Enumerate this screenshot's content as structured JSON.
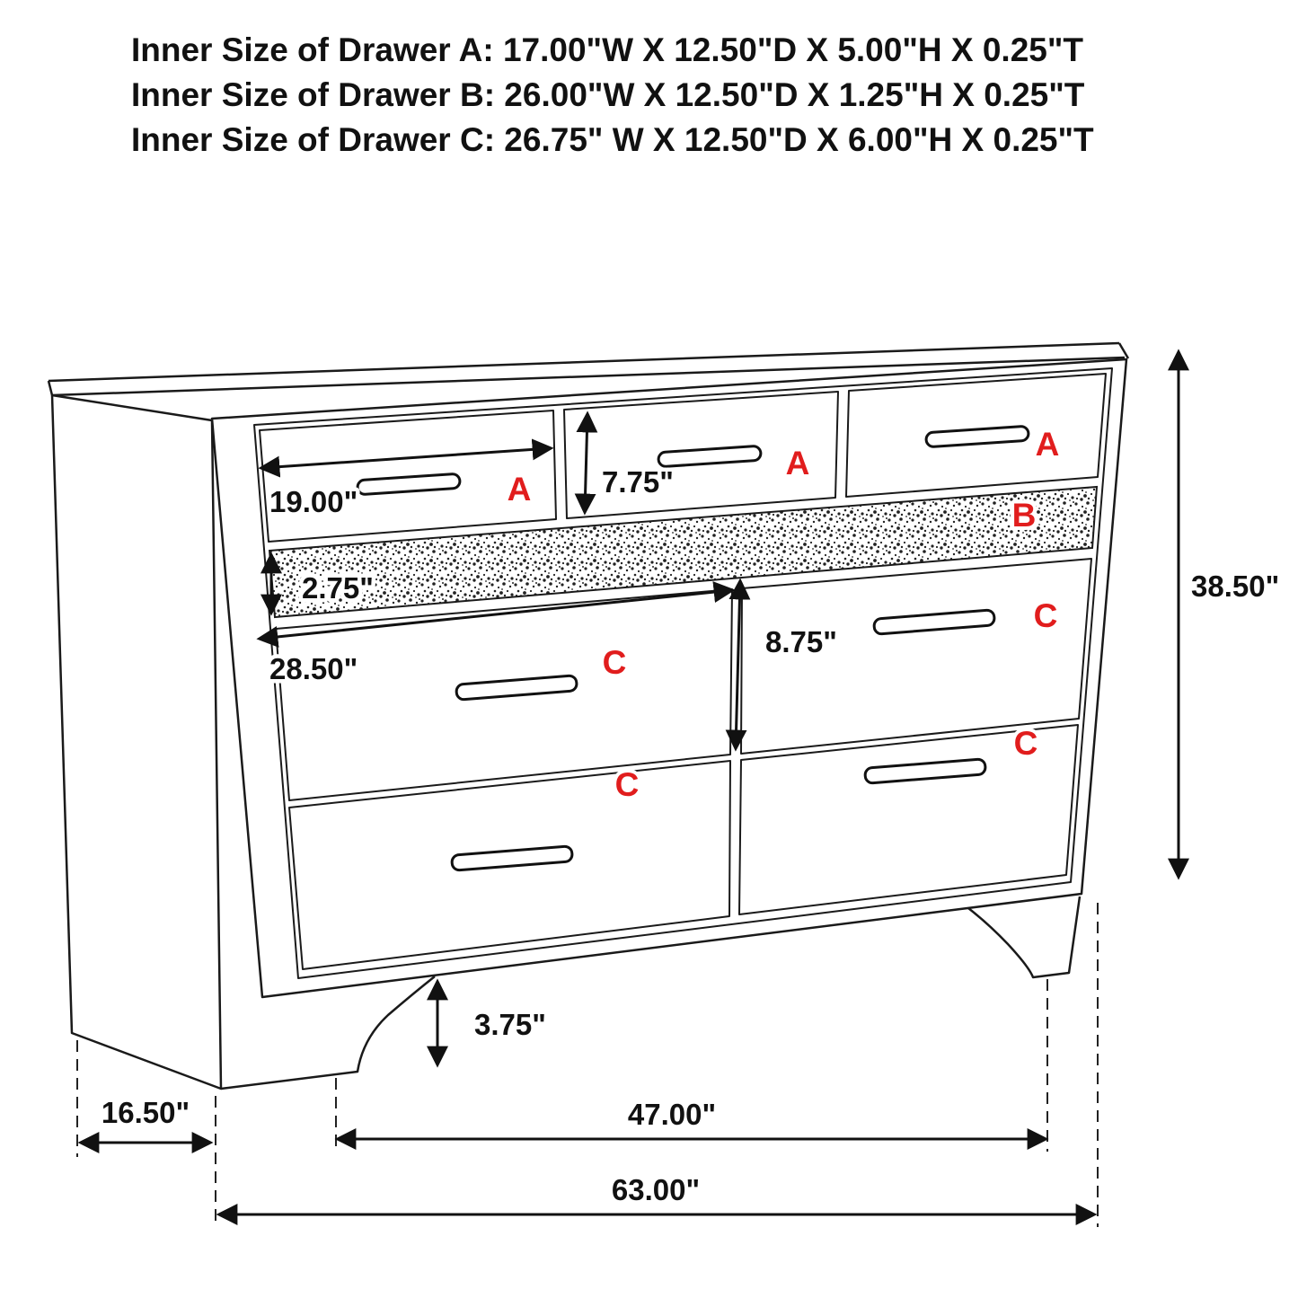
{
  "header": {
    "lines": [
      "Inner Size of Drawer A: 17.00\"W X 12.50\"D X 5.00\"H X 0.25\"T",
      "Inner Size of Drawer B: 26.00\"W X 12.50\"D X 1.25\"H X 0.25\"T",
      "Inner Size of Drawer C: 26.75\" W X 12.50\"D X 6.00\"H X 0.25\"T"
    ]
  },
  "diagram": {
    "drawers": {
      "a1": "A",
      "a2": "A",
      "a3": "A",
      "b": "B",
      "c_top_left": "C",
      "c_top_right": "C",
      "c_bottom_left": "C",
      "c_bottom_right": "C"
    },
    "dimensions": {
      "drawer_a_width": "19.00\"",
      "drawer_a_height": "7.75\"",
      "drawer_b_height": "2.75\"",
      "drawer_c_width": "28.50\"",
      "drawer_c_height": "8.75\"",
      "overall_height": "38.50\"",
      "base_height": "3.75\"",
      "side_depth": "16.50\"",
      "feet_span": "47.00\"",
      "overall_width": "63.00\""
    },
    "colors": {
      "label_red": "#e11d1d",
      "line": "#1a1a1a"
    }
  }
}
